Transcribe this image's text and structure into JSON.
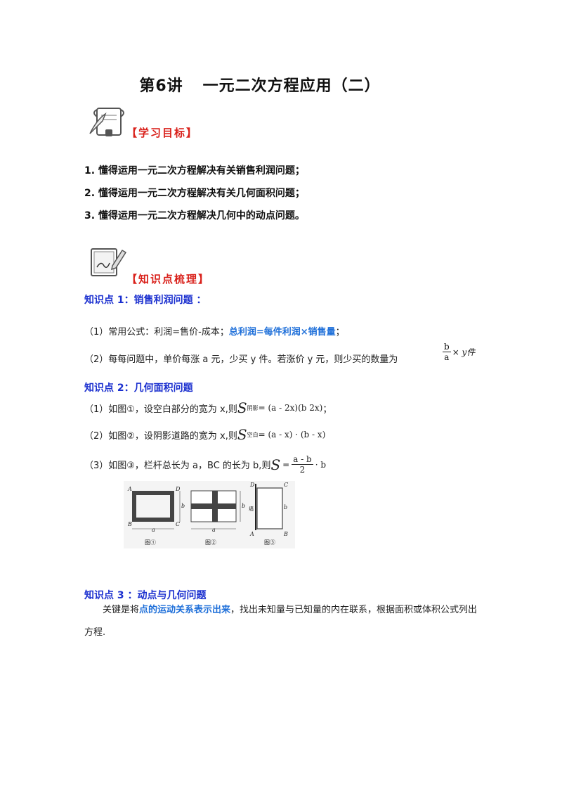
{
  "title": {
    "left": "第6讲",
    "right": "一元二次方程应用（二）"
  },
  "section_goals": {
    "label": "【学习目标】",
    "icon": "scroll-quill-icon"
  },
  "goals": [
    "1. 懂得运用一元二次方程解决有关销售利润问题；",
    "2. 懂得运用一元二次方程解决有关几何面积问题；",
    "3. 懂得运用一元二次方程解决几何中的动点问题。"
  ],
  "section_knowledge": {
    "label": "【知识点梳理】",
    "icon": "notepad-pencil-icon"
  },
  "kp1": {
    "heading": "知识点 1：销售利润问题 ：",
    "line1_pre": "（1）常用公式：利润=售价-成本；",
    "line1_blue": "总利润=每件利润×销售量",
    "line1_post": "；",
    "line2_text": "（2）每每问题中，单价每涨 a 元，少买 y 件。若涨价 y 元，则少买的数量为",
    "frac_num": "b",
    "frac_den": "a",
    "frac_tail": "× y件"
  },
  "kp2": {
    "heading": "知识点 2：几何面积问题",
    "line1_text": "（1）如图①，设空白部分的宽为 x,则",
    "line1_sub": "阴影",
    "line1_formula": "= (a - 2x)(b   2x)",
    "line1_end": "；",
    "line2_text": "（2）如图②，设阴影道路的宽为 x,则",
    "line2_sub": "空白",
    "line2_formula": "= (a - x) · (b - x)",
    "line3_text": "（3）如图③，栏杆总长为 a，BC 的长为 b,则",
    "line3_frac_num": "a - b",
    "line3_frac_den": "2",
    "line3_tail": "· b",
    "S": "S"
  },
  "figures": {
    "fig1": {
      "caption": "图①",
      "A": "A",
      "B": "B",
      "C": "C",
      "D": "D",
      "a": "a",
      "b": "b"
    },
    "fig2": {
      "caption": "图②",
      "a": "a",
      "b": "b"
    },
    "fig3": {
      "caption": "图③",
      "A": "A",
      "B": "B",
      "C": "C",
      "D": "D",
      "b": "b",
      "wall": "墙"
    }
  },
  "kp3": {
    "heading": "知识点 3 ：动点与几何问题",
    "para_pre": "关键是将",
    "para_blue": "点的运动关系表示出来",
    "para_post": "，找出未知量与已知量的内在联系，根据面积或体积公式列出方程."
  }
}
